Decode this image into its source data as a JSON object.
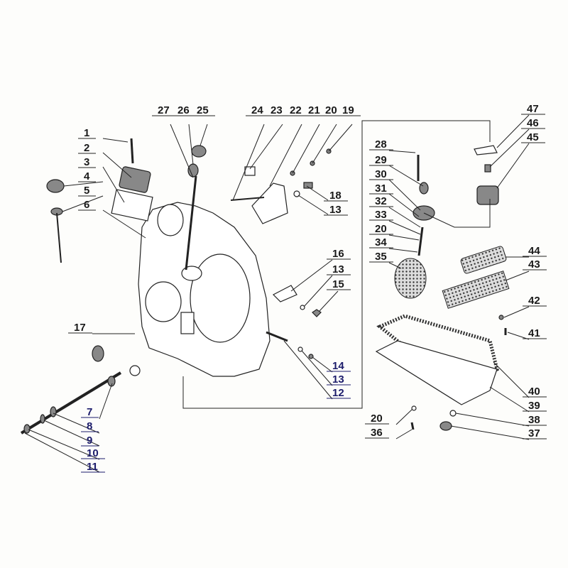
{
  "diagram": {
    "title": "Engine crankcase and oil pan exploded parts diagram",
    "labels": [
      "1",
      "2",
      "3",
      "4",
      "5",
      "6",
      "27",
      "26",
      "25",
      "24",
      "23",
      "22",
      "21",
      "20",
      "19",
      "18",
      "13",
      "16",
      "13",
      "15",
      "17",
      "14",
      "13",
      "12",
      "7",
      "8",
      "9",
      "10",
      "11",
      "47",
      "46",
      "45",
      "28",
      "29",
      "30",
      "31",
      "32",
      "33",
      "20",
      "34",
      "35",
      "44",
      "43",
      "42",
      "41",
      "40",
      "39",
      "38",
      "37",
      "20",
      "36"
    ],
    "colors": {
      "ink": "#1a1a1a",
      "blue_label": "#1c1c6b",
      "paper": "#fdfdfb",
      "stipple": "#9a9a9a"
    }
  }
}
